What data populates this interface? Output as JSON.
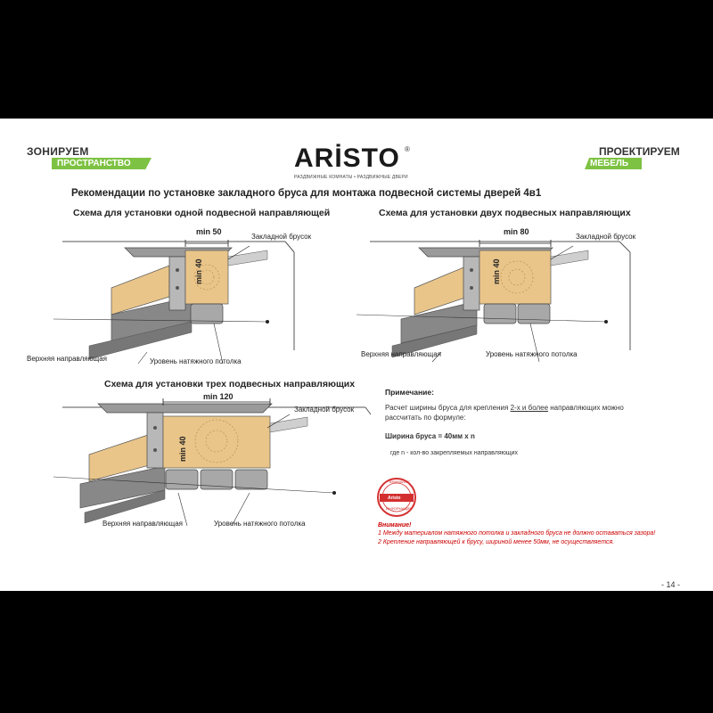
{
  "header": {
    "left_top": "ЗОНИРУЕМ",
    "left_tag": "ПРОСТРАНСТВО",
    "right_top": "ПРОЕКТИРУЕМ",
    "right_tag": "МЕБЕЛЬ",
    "logo": "ARİSTO",
    "logo_reg": "®",
    "logo_sub": "РАЗДВИЖНЫЕ КОМНАТЫ • РАЗДВИЖНЫЕ ДВЕРИ"
  },
  "title": "Рекомендации по установке закладного бруса для монтажа подвесной системы дверей  4в1",
  "diagrams": [
    {
      "heading": "Схема для установки одной подвесной направляющей",
      "min_width": "min 50",
      "min_height": "min 40",
      "label_beam": "Закладной брусок",
      "label_rail": "Верхняя направляющая",
      "label_ceiling": "Уровень натяжного потолка"
    },
    {
      "heading": "Схема для установки двух подвесных направляющих",
      "min_width": "min 80",
      "min_height": "min 40",
      "label_beam": "Закладной брусок",
      "label_rail": "Верхняя направляющая",
      "label_ceiling": "Уровень натяжного потолка"
    },
    {
      "heading": "Схема для установки трех подвесных направляющих",
      "min_width": "min 120",
      "min_height": "min 40",
      "label_beam": "Закладной брусок",
      "label_rail": "Верхняя направляющая",
      "label_ceiling": "Уровень натяжного потолка"
    }
  ],
  "note": {
    "heading": "Примечание:",
    "line1_a": "Расчет ширины бруса для крепления ",
    "line1_u": "2-х и более",
    "line1_b": " направляющих можно",
    "line2": "рассчитать по формуле:",
    "formula": "Ширина бруса = 40мм х n",
    "where": "где n - кол-во закрепляемых направляющих"
  },
  "stamp": {
    "top": "ВНИМАНИЕ",
    "center": "Aristo",
    "bottom": "ИНФОРМАЦИЯ"
  },
  "warning": {
    "heading": "Внимание!",
    "item1": "1  Между материалом натяжного потолка и закладного бруса не должно оставаться зазора!",
    "item2": "2  Крепление направляющей к брусу, шириной менее 50мм, не осуществляется."
  },
  "page_number": "- 14 -",
  "colors": {
    "accent": "#7dc242",
    "wood": "#e9c58a",
    "wood_dark": "#d9ae6a",
    "rail": "#a8a8a8",
    "stamp": "#d32f2f"
  }
}
